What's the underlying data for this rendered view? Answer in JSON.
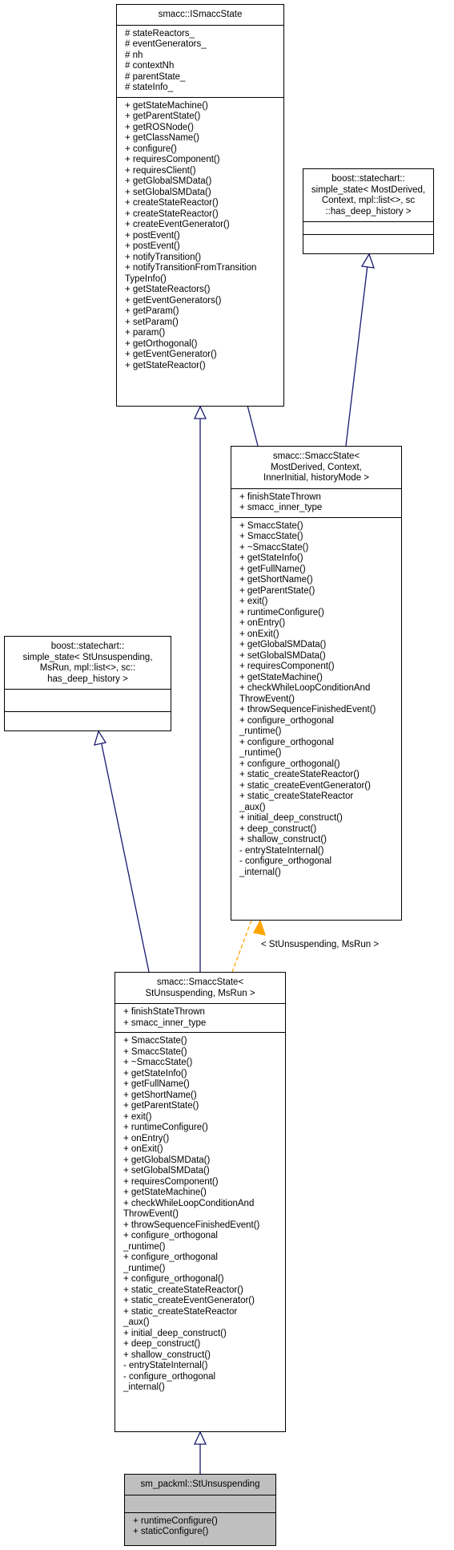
{
  "classes": {
    "ismacc": {
      "title": [
        "smacc::ISmaccState"
      ],
      "attributes": [
        "# stateReactors_",
        "# eventGenerators_",
        "# nh",
        "# contextNh",
        "# parentState_",
        "# stateInfo_"
      ],
      "methods": [
        "+ getStateMachine()",
        "+ getParentState()",
        "+ getROSNode()",
        "+ getClassName()",
        "+ configure()",
        "+ requiresComponent()",
        "+ requiresClient()",
        "+ getGlobalSMData()",
        "+ setGlobalSMData()",
        "+ createStateReactor()",
        "+ createStateReactor()",
        "+ createEventGenerator()",
        "+ postEvent()",
        "+ postEvent()",
        "+ notifyTransition()",
        "+ notifyTransitionFromTransition",
        "TypeInfo()",
        "+ getStateReactors()",
        "+ getEventGenerators()",
        "+ getParam()",
        "+ setParam()",
        "+ param()",
        "+ getOrthogonal()",
        "+ getEventGenerator()",
        "+ getStateReactor()"
      ]
    },
    "simple_state_generic": {
      "title": [
        "boost::statechart::",
        "simple_state< MostDerived,",
        "Context, mpl::list<>, sc",
        "::has_deep_history >"
      ],
      "attributes": [],
      "methods": []
    },
    "smacc_state_template": {
      "title": [
        "smacc::SmaccState<",
        "MostDerived, Context,",
        "InnerInitial, historyMode >"
      ],
      "attributes": [
        "+ finishStateThrown",
        "+ smacc_inner_type"
      ],
      "methods": [
        "+ SmaccState()",
        "+ SmaccState()",
        "+ ~SmaccState()",
        "+ getStateInfo()",
        "+ getFullName()",
        "+ getShortName()",
        "+ getParentState()",
        "+ exit()",
        "+ runtimeConfigure()",
        "+ onEntry()",
        "+ onExit()",
        "+ getGlobalSMData()",
        "+ setGlobalSMData()",
        "+ requiresComponent()",
        "+ getStateMachine()",
        "+ checkWhileLoopConditionAnd",
        "ThrowEvent()",
        "+ throwSequenceFinishedEvent()",
        "+ configure_orthogonal",
        "_runtime()",
        "+ configure_orthogonal",
        "_runtime()",
        "+ configure_orthogonal()",
        "+ static_createStateReactor()",
        "+ static_createEventGenerator()",
        "+ static_createStateReactor",
        "_aux()",
        "+ initial_deep_construct()",
        "+ deep_construct()",
        "+ shallow_construct()",
        "- entryStateInternal()",
        "- configure_orthogonal",
        "_internal()"
      ]
    },
    "simple_state_specific": {
      "title": [
        "boost::statechart::",
        "simple_state< StUnsuspending,",
        "MsRun, mpl::list<>, sc::",
        "has_deep_history >"
      ],
      "attributes": [],
      "methods": []
    },
    "smacc_state_specific": {
      "title": [
        "smacc::SmaccState<",
        "StUnsuspending, MsRun >"
      ],
      "attributes": [
        "+ finishStateThrown",
        "+ smacc_inner_type"
      ],
      "methods": [
        "+ SmaccState()",
        "+ SmaccState()",
        "+ ~SmaccState()",
        "+ getStateInfo()",
        "+ getFullName()",
        "+ getShortName()",
        "+ getParentState()",
        "+ exit()",
        "+ runtimeConfigure()",
        "+ onEntry()",
        "+ onExit()",
        "+ getGlobalSMData()",
        "+ setGlobalSMData()",
        "+ requiresComponent()",
        "+ getStateMachine()",
        "+ checkWhileLoopConditionAnd",
        "ThrowEvent()",
        "+ throwSequenceFinishedEvent()",
        "+ configure_orthogonal",
        "_runtime()",
        "+ configure_orthogonal",
        "_runtime()",
        "+ configure_orthogonal()",
        "+ static_createStateReactor()",
        "+ static_createEventGenerator()",
        "+ static_createStateReactor",
        "_aux()",
        "+ initial_deep_construct()",
        "+ deep_construct()",
        "+ shallow_construct()",
        "- entryStateInternal()",
        "- configure_orthogonal",
        "_internal()"
      ]
    },
    "st_unsuspending": {
      "title": [
        "sm_packml::StUnsuspending"
      ],
      "attributes": [],
      "methods": [
        "+ runtimeConfigure()",
        "+ staticConfigure()"
      ]
    }
  },
  "edge_labels": {
    "template_binding": "< StUnsuspending, MsRun >"
  },
  "colors": {
    "inheritance_edge": "#191970",
    "template_edge": "#ffa500",
    "highlight_fill": "#bfbfbf"
  }
}
